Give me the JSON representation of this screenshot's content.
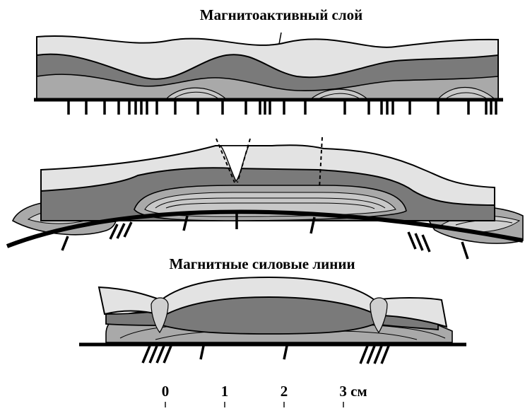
{
  "labels": {
    "top_label": "Магнитоактивный слой",
    "middle_label": "Магнитные силовые линии"
  },
  "scale_bar": {
    "ticks": [
      "0",
      "1",
      "2",
      "3 см"
    ]
  },
  "colors": {
    "light_layer": "#e3e3e3",
    "mid_layer": "#7a7a7a",
    "dark_layer": "#a9a9a9",
    "outline": "#000000"
  }
}
